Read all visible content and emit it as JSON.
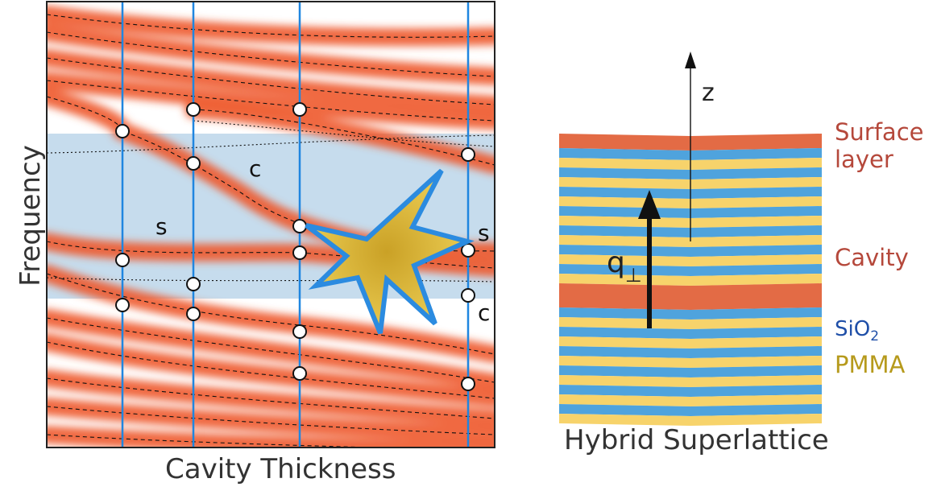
{
  "left_panel": {
    "x_axis_label": "Cavity Thickness",
    "y_axis_label": "Frequency",
    "region_labels": {
      "c_upper": "c",
      "s_left": "s",
      "s_right": "s",
      "c_right": "c"
    },
    "colors": {
      "band": "#c6dced",
      "mode": "#ee5a2c",
      "grating_line": "#1f86e0",
      "star_fill": "#d9b13a",
      "star_outline": "#2b8be0"
    }
  },
  "right_panel": {
    "title": "Hybrid Superlattice",
    "axis_label": "z",
    "wavevector_label": "q",
    "wavevector_subscript": "⊥",
    "layers": {
      "surface_line1": "Surface",
      "surface_line2": "layer",
      "cavity": "Cavity",
      "sio2_base": "SiO",
      "sio2_sub": "2",
      "pmma": "PMMA"
    },
    "colors": {
      "surface": "#e36b45",
      "cavity": "#e36b45",
      "sio2": "#4fa3dd",
      "pmma": "#f7d36b"
    }
  }
}
